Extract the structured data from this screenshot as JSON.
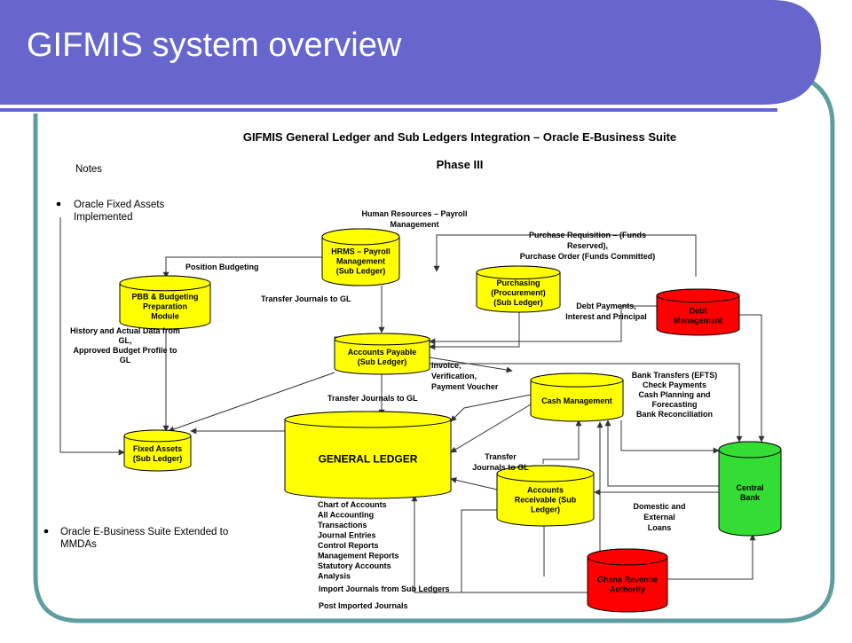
{
  "slide": {
    "title": "GIFMIS system overview",
    "colors": {
      "header": "#6666cc",
      "frame": "#5f9ea0",
      "node_yellow": "#ffff00",
      "node_red": "#ff0000",
      "node_green": "#33dd33"
    }
  },
  "diagram": {
    "title": "GIFMIS General Ledger and Sub Ledgers Integration – Oracle E-Business Suite",
    "phase": "Phase III",
    "notes_heading": "Notes",
    "notes": {
      "n1_line1": "Oracle Fixed Assets",
      "n1_line2": "Implemented",
      "n2_line1": "Oracle E-Business Suite Extended to",
      "n2_line2": "MMDAs"
    },
    "nodes": {
      "hrms": [
        "HRMS – Payroll",
        "Management",
        "(Sub Ledger)"
      ],
      "pbb": [
        "PBB & Budgeting",
        "Preparation",
        "Module"
      ],
      "purchasing": [
        "Purchasing",
        "(Procurement)",
        "(Sub Ledger)"
      ],
      "debt": [
        "Debt",
        "Management"
      ],
      "ap": [
        "Accounts Payable",
        "(Sub Ledger)"
      ],
      "cash": [
        "Cash Management"
      ],
      "fa": [
        "Fixed Assets",
        "(Sub Ledger)"
      ],
      "gl": [
        "GENERAL LEDGER"
      ],
      "ar": [
        "Accounts",
        "Receivable (Sub",
        "Ledger)"
      ],
      "cb": [
        "Central",
        "Bank"
      ],
      "gra": [
        "Ghana Revenue",
        "Authority"
      ]
    },
    "labels": {
      "hr": [
        "Human Resources – Payroll",
        "Management"
      ],
      "pr": [
        "Purchase Requisition – (Funds",
        "Reserved),",
        "Purchase Order (Funds Committed)"
      ],
      "posb": [
        "Position Budgeting"
      ],
      "tj1": [
        "Transfer Journals to GL"
      ],
      "debtpay": [
        "Debt Payments,",
        "Interest and Principal"
      ],
      "hist": [
        "History and Actual Data from",
        "GL,",
        "Approved Budget Profile to",
        "GL"
      ],
      "inv": [
        "Invoice,",
        "Verification,",
        "Payment Voucher"
      ],
      "bank": [
        "Bank Transfers (EFTS)",
        "Check Payments",
        "Cash Planning and",
        "Forecasting",
        "Bank Reconciliation"
      ],
      "tj2": [
        "Transfer Journals to GL"
      ],
      "tj3": [
        "Transfer",
        "Journals to GL"
      ],
      "dom": [
        "Domestic and",
        "External",
        "Loans"
      ],
      "glout": [
        "Chart of Accounts",
        "All Accounting",
        "Transactions",
        "Journal Entries",
        "Control Reports",
        "Management Reports",
        "Statutory Accounts",
        "Analysis"
      ],
      "imp": [
        "Import Journals from Sub Ledgers"
      ],
      "post": [
        "Post Imported Journals"
      ]
    }
  }
}
